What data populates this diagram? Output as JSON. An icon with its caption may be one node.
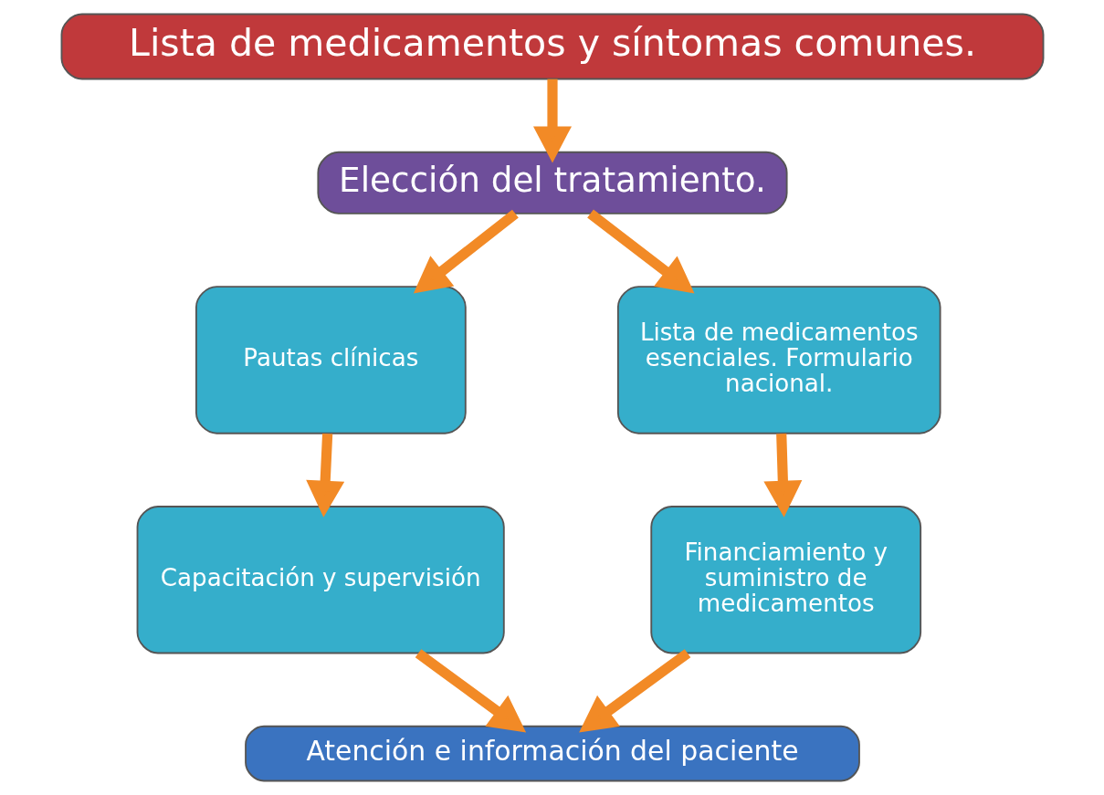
{
  "diagram": {
    "nodes": [
      {
        "text": [
          "Lista de medicamentos y síntomas comunes."
        ]
      },
      {
        "text": [
          "Elección del tratamiento."
        ]
      },
      {
        "text": [
          "Pautas clínicas"
        ]
      },
      {
        "text": [
          "Capacitación y supervisión"
        ]
      },
      {
        "text": [
          "Lista de medicamentos esenciales. Formulario nacional."
        ]
      },
      {
        "text": [
          "Financiamiento y suministro de medicamentos"
        ]
      },
      {
        "text": [
          "Atención e información del paciente"
        ]
      }
    ],
    "edges": [
      {
        "from": 0,
        "to": 1,
        "arrow": "to"
      },
      {
        "from": 1,
        "to": 2,
        "arrow": "to"
      },
      {
        "from": 2,
        "to": 3,
        "arrow": "to"
      },
      {
        "from": 3,
        "to": 6,
        "arrow": "to"
      },
      {
        "from": 1,
        "to": 4,
        "arrow": "to"
      },
      {
        "from": 4,
        "to": 5,
        "arrow": "to"
      },
      {
        "from": 5,
        "to": 6,
        "arrow": "to"
      }
    ]
  }
}
